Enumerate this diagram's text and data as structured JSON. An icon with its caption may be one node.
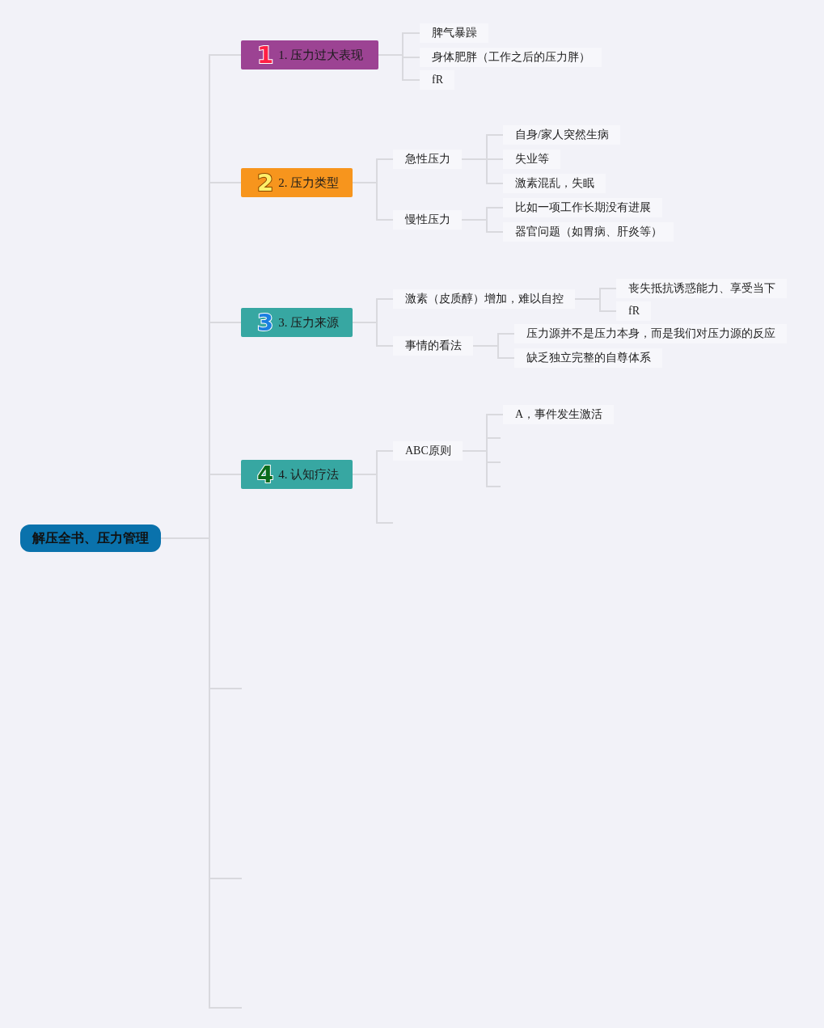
{
  "diagram": {
    "nodes": [
      {
        "text": [
          "解压全书、压力管理"
        ]
      },
      {
        "text": [
          "1",
          "1. 压力过大表现"
        ]
      },
      {
        "text": [
          "脾气暴躁"
        ]
      },
      {
        "text": [
          "身体肥胖（工作之后的压力胖）"
        ]
      },
      {
        "text": [
          "fR"
        ]
      },
      {
        "text": [
          "2",
          "2. 压力类型"
        ]
      },
      {
        "text": [
          "急性压力"
        ]
      },
      {
        "text": [
          "自身/家人突然生病"
        ]
      },
      {
        "text": [
          "失业等"
        ]
      },
      {
        "text": [
          "激素混乱，失眠"
        ]
      },
      {
        "text": [
          "慢性压力"
        ]
      },
      {
        "text": [
          "比如一项工作长期没有进展"
        ]
      },
      {
        "text": [
          "器官问题（如胃病、肝炎等）"
        ]
      },
      {
        "text": [
          "3",
          "3. 压力来源"
        ]
      },
      {
        "text": [
          "激素（皮质醇）增加，难以自控"
        ]
      },
      {
        "text": [
          "丧失抵抗诱惑能力、享受当下"
        ]
      },
      {
        "text": [
          "fR"
        ]
      },
      {
        "text": [
          "事情的看法"
        ]
      },
      {
        "text": [
          "压力源并不是压力本身，而是我们对压力源的反应"
        ]
      },
      {
        "text": [
          "缺乏独立完整的自尊体系"
        ]
      },
      {
        "text": [
          "4",
          "4. 认知疗法"
        ]
      },
      {
        "text": [
          "ABC原则"
        ]
      },
      {
        "text": [
          "A，事件发生激活"
        ]
      }
    ],
    "edges": [
      {
        "from": 0,
        "to": 1,
        "arrow": "none"
      },
      {
        "from": 1,
        "to": 2,
        "arrow": "none"
      },
      {
        "from": 1,
        "to": 3,
        "arrow": "none"
      },
      {
        "from": 1,
        "to": 4,
        "arrow": "none"
      },
      {
        "from": 0,
        "to": 5,
        "arrow": "none"
      },
      {
        "from": 5,
        "to": 6,
        "arrow": "none"
      },
      {
        "from": 6,
        "to": 7,
        "arrow": "none"
      },
      {
        "from": 6,
        "to": 8,
        "arrow": "none"
      },
      {
        "from": 6,
        "to": 9,
        "arrow": "none"
      },
      {
        "from": 5,
        "to": 10,
        "arrow": "none"
      },
      {
        "from": 10,
        "to": 11,
        "arrow": "none"
      },
      {
        "from": 10,
        "to": 12,
        "arrow": "none"
      },
      {
        "from": 0,
        "to": 13,
        "arrow": "none"
      },
      {
        "from": 13,
        "to": 14,
        "arrow": "none"
      },
      {
        "from": 14,
        "to": 15,
        "arrow": "none"
      },
      {
        "from": 14,
        "to": 16,
        "arrow": "none"
      },
      {
        "from": 13,
        "to": 17,
        "arrow": "none"
      },
      {
        "from": 17,
        "to": 18,
        "arrow": "none"
      },
      {
        "from": 17,
        "to": 19,
        "arrow": "none"
      },
      {
        "from": 0,
        "to": 20,
        "arrow": "none"
      },
      {
        "from": 20,
        "to": 21,
        "arrow": "none"
      },
      {
        "from": 21,
        "to": 22,
        "arrow": "none"
      },
      {
        "from": 21,
        "to": null,
        "arrow": "none"
      },
      {
        "from": 21,
        "to": null,
        "arrow": "none"
      },
      {
        "from": 21,
        "to": null,
        "arrow": "none"
      },
      {
        "from": 20,
        "to": null,
        "arrow": "none"
      },
      {
        "from": 0,
        "to": null,
        "arrow": "none"
      },
      {
        "from": 0,
        "to": null,
        "arrow": "none"
      },
      {
        "from": 0,
        "to": null,
        "arrow": "none"
      }
    ]
  }
}
